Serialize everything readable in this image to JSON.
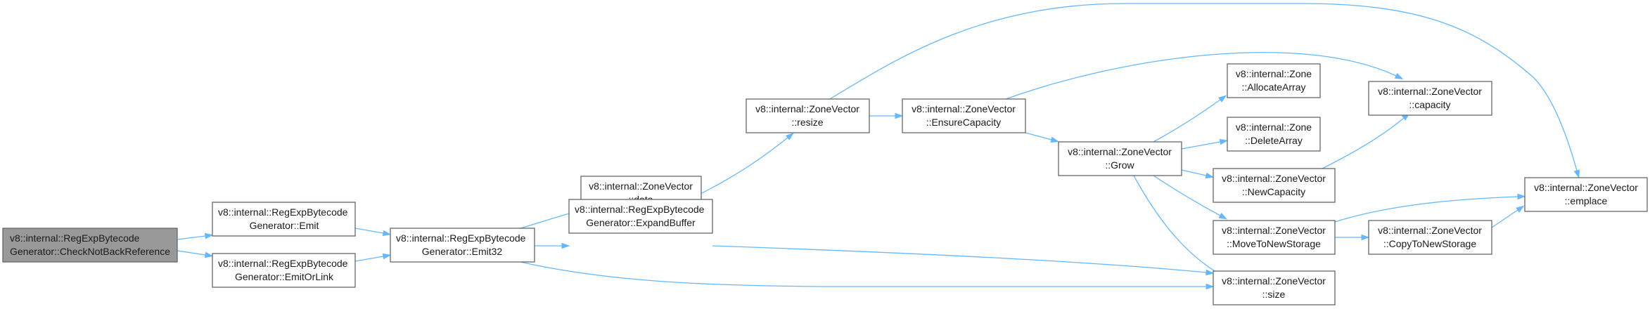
{
  "colors": {
    "edge": "#63b8ff",
    "node_border": "#666666",
    "root_fill": "#999999",
    "node_fill": "#ffffff"
  },
  "nodes": {
    "checknotbackref": {
      "line1": "v8::internal::RegExpBytecode",
      "line2": "Generator::CheckNotBackReference"
    },
    "emit": {
      "line1": "v8::internal::RegExpBytecode",
      "line2": "Generator::Emit"
    },
    "emitorlink": {
      "line1": "v8::internal::RegExpBytecode",
      "line2": "Generator::EmitOrLink"
    },
    "emit32": {
      "line1": "v8::internal::RegExpBytecode",
      "line2": "Generator::Emit32"
    },
    "data": {
      "line1": "v8::internal::ZoneVector",
      "line2": "::data"
    },
    "expandbuffer": {
      "line1": "v8::internal::RegExpBytecode",
      "line2": "Generator::ExpandBuffer"
    },
    "resize": {
      "line1": "v8::internal::ZoneVector",
      "line2": "::resize"
    },
    "ensurecapacity": {
      "line1": "v8::internal::ZoneVector",
      "line2": "::EnsureCapacity"
    },
    "grow": {
      "line1": "v8::internal::ZoneVector",
      "line2": "::Grow"
    },
    "allocatearray": {
      "line1": "v8::internal::Zone",
      "line2": "::AllocateArray"
    },
    "deletearray": {
      "line1": "v8::internal::Zone",
      "line2": "::DeleteArray"
    },
    "newcapacity": {
      "line1": "v8::internal::ZoneVector",
      "line2": "::NewCapacity"
    },
    "movetonewstorage": {
      "line1": "v8::internal::ZoneVector",
      "line2": "::MoveToNewStorage"
    },
    "size": {
      "line1": "v8::internal::ZoneVector",
      "line2": "::size"
    },
    "capacity": {
      "line1": "v8::internal::ZoneVector",
      "line2": "::capacity"
    },
    "copytonewstorage": {
      "line1": "v8::internal::ZoneVector",
      "line2": "::CopyToNewStorage"
    },
    "emplace": {
      "line1": "v8::internal::ZoneVector",
      "line2": "::emplace"
    }
  },
  "edges": [
    [
      "checknotbackref",
      "emit"
    ],
    [
      "checknotbackref",
      "emitorlink"
    ],
    [
      "emit",
      "emit32"
    ],
    [
      "emitorlink",
      "emit32"
    ],
    [
      "emit32",
      "data"
    ],
    [
      "emit32",
      "expandbuffer"
    ],
    [
      "emit32",
      "size"
    ],
    [
      "expandbuffer",
      "resize"
    ],
    [
      "expandbuffer",
      "size"
    ],
    [
      "resize",
      "ensurecapacity"
    ],
    [
      "resize",
      "emplace"
    ],
    [
      "ensurecapacity",
      "grow"
    ],
    [
      "ensurecapacity",
      "capacity"
    ],
    [
      "grow",
      "allocatearray"
    ],
    [
      "grow",
      "deletearray"
    ],
    [
      "grow",
      "newcapacity"
    ],
    [
      "grow",
      "movetonewstorage"
    ],
    [
      "grow",
      "size"
    ],
    [
      "newcapacity",
      "capacity"
    ],
    [
      "movetonewstorage",
      "copytonewstorage"
    ],
    [
      "movetonewstorage",
      "emplace"
    ],
    [
      "copytonewstorage",
      "emplace"
    ]
  ]
}
